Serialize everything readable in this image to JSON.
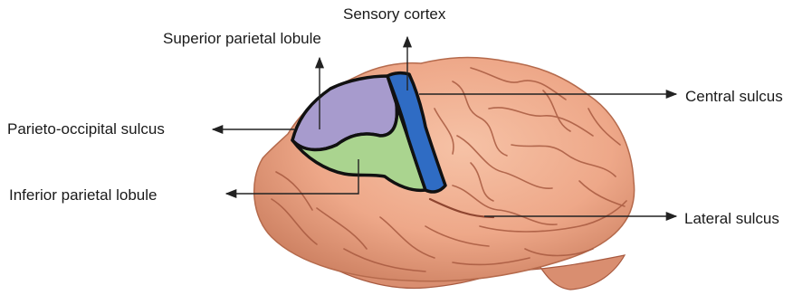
{
  "labels": {
    "sensory_cortex": "Sensory cortex",
    "superior_parietal_lobule": "Superior parietal lobule",
    "parieto_occipital_sulcus": "Parieto-occipital sulcus",
    "inferior_parietal_lobule": "Inferior parietal lobule",
    "central_sulcus": "Central sulcus",
    "lateral_sulcus": "Lateral sulcus"
  },
  "colors": {
    "brain_fill": "#eea889",
    "brain_shadow": "#c87a5e",
    "gyri_line": "#a85a40",
    "superior_region": "#a79bcd",
    "inferior_region": "#aad48f",
    "sensory_region": "#2f6cc4",
    "outline": "#111111",
    "arrow": "#222222"
  }
}
